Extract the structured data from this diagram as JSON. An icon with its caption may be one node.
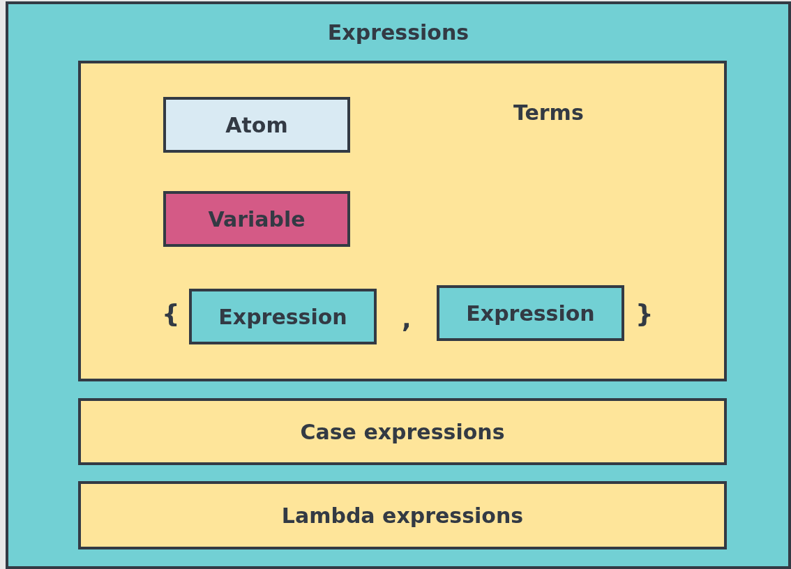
{
  "diagram": {
    "nodes": [
      {
        "text": [
          "Expressions"
        ]
      },
      {
        "text": [
          "Terms"
        ],
        "in": 0
      },
      {
        "text": [
          "Atom"
        ],
        "in": 1
      },
      {
        "text": [
          "Variable"
        ],
        "in": 1
      },
      {
        "text": [
          "Expression"
        ],
        "in": 1
      },
      {
        "text": [
          "Expression"
        ],
        "in": 1
      },
      {
        "text": [
          "Case expressions"
        ],
        "in": 0
      },
      {
        "text": [
          "Lambda expressions"
        ],
        "in": 0
      }
    ],
    "labels": [
      "{",
      ",",
      "}"
    ]
  }
}
